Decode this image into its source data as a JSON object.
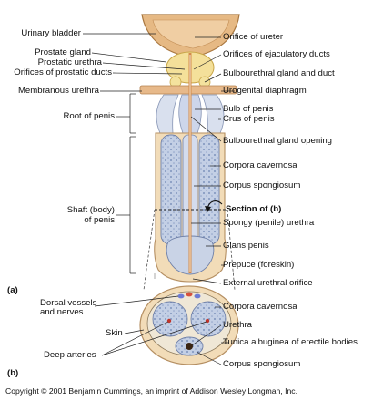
{
  "labels_left": {
    "urinary_bladder": "Urinary bladder",
    "prostate_gland": "Prostate gland",
    "prostatic_urethra": "Prostatic urethra",
    "orifices_prostatic_ducts": "Orifices of prostatic ducts",
    "membranous_urethra": "Membranous urethra",
    "root_of_penis": "Root of penis",
    "shaft_line1": "Shaft (body)",
    "shaft_line2": "of penis"
  },
  "labels_right": {
    "orifice_ureter": "Orifice of ureter",
    "orifices_ejaculatory": "Orifices of ejaculatory ducts",
    "bulbourethral_gland_duct": "Bulbourethral gland and duct",
    "urogenital_diaphragm": "Urogenital diaphragm",
    "bulb_of_penis": "Bulb of penis",
    "crus_of_penis": "Crus of penis",
    "bulbourethral_opening": "Bulbourethral gland opening",
    "corpora_cavernosa": "Corpora cavernosa",
    "corpus_spongiosum": "Corpus spongiosum",
    "section_of_b": "Section of (b)",
    "spongy_urethra": "Spongy (penile) urethra",
    "glans_penis": "Glans penis",
    "prepuce": "Prepuce (foreskin)",
    "external_orifice": "External urethral orifice"
  },
  "labels_b": {
    "dorsal_line1": "Dorsal vessels",
    "dorsal_line2": "and nerves",
    "skin": "Skin",
    "deep_arteries": "Deep arteries",
    "corpora_cavernosa": "Corpora cavernosa",
    "urethra": "Urethra",
    "tunica": "Tunica albuginea of erectile bodies",
    "corpus_spongiosum": "Corpus spongiosum"
  },
  "panel_a": "(a)",
  "panel_b": "(b)",
  "copyright": "Copyright © 2001 Benjamin Cummings, an imprint of Addison Wesley Longman, Inc.",
  "colors": {
    "bladder": "#e6b984",
    "tissue": "#f2dcb8",
    "erectile": "#c9d3e6",
    "line": "#222222"
  }
}
